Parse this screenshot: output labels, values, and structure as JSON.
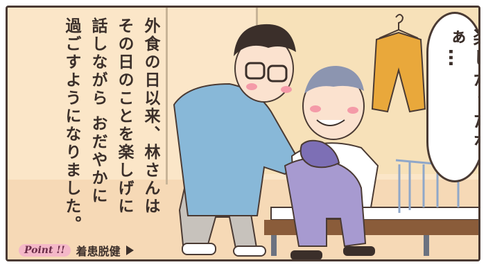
{
  "narration": {
    "lines": [
      "外食の日以来、林さんは",
      "その日のことを楽しげに",
      "話しながら おだやかに",
      "過ごすようになりました。"
    ]
  },
  "speech": {
    "text": "楽しかったなぁ…"
  },
  "point": {
    "label": "Point !!",
    "text": "着患脱健"
  },
  "colors": {
    "border": "#4a3a33",
    "badge": "#f4b8c8",
    "caregiver_shirt": "#88b8d8",
    "caregiver_pants": "#c7c2bc",
    "elder_clothes": "#a79ad0",
    "jacket": "#e9a83b"
  }
}
